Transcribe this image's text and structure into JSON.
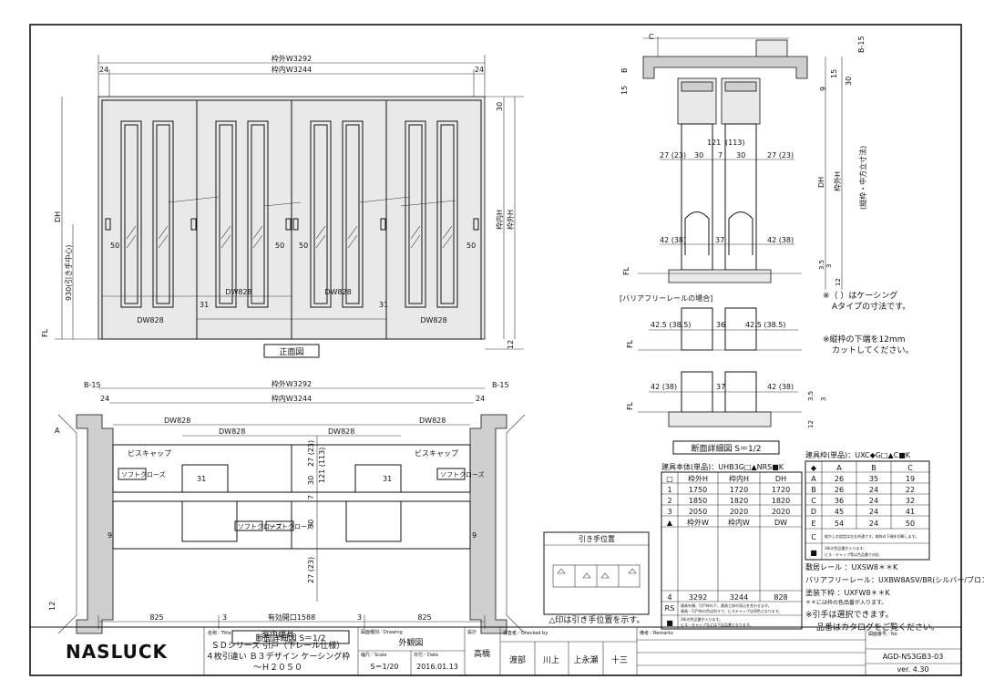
{
  "front": {
    "outer_w": "枠外W3292",
    "inner_w": "枠内W3244",
    "side24": "24",
    "dh": "DH",
    "h_outer": "枠外H",
    "h_inner": "枠内H",
    "dim30": "30",
    "dim50": "50",
    "dim31": "31",
    "dim12": "12",
    "handle_h": "930(引き手中心)",
    "fl": "FL",
    "dw": "DW828",
    "title": "正面図"
  },
  "plan": {
    "b15": "B-15",
    "outer_w": "枠外W3292",
    "inner_w": "枠内W3244",
    "side24": "24",
    "dw": "DW828",
    "dim27": "27 (23)",
    "dim30": "30",
    "dim121": "121 (113)",
    "dim7": "7",
    "dim31": "31",
    "dim9": "9",
    "dim12": "12",
    "dim825": "825",
    "dim3": "3",
    "opening": "有効開口1588",
    "a": "A",
    "bis": "ビスキャップ",
    "soft": "ソフトクローズ",
    "title": "断面詳細図 S＝1/2"
  },
  "section": {
    "c": "C",
    "b": "B",
    "b15": "B-15",
    "dim15": "15",
    "dim9": "9",
    "dim30": "30",
    "dim121": "121",
    "dim113": "(113)",
    "row27": [
      "27 (23)",
      "30",
      "7",
      "30",
      "27 (23)"
    ],
    "row42": [
      "42 (38)",
      "37",
      "42 (38)"
    ],
    "dh": "DH",
    "h_outer": "枠外H",
    "h_note": "(縦枠・中方立寸法)",
    "dim35": "3.5",
    "dim3": "3",
    "dim12": "12",
    "fl": "FL",
    "barrier": "[バリアフリーレールの場合]",
    "row425": [
      "42.5 (38.5)",
      "36",
      "42.5 (38.5)"
    ],
    "note1": "※（ ）はケーシング",
    "note1b": "Aタイプの寸法です。",
    "note2": "※縦枠の下端を12mm",
    "note2b": "カットしてください。",
    "title": "断面詳細図 S＝1/2"
  },
  "body_table": {
    "title": "建具本体(単品)：UHB3G□▲NRS■K",
    "head1": [
      "□",
      "枠外H",
      "枠内H",
      "DH"
    ],
    "rows1": [
      [
        "1",
        "1750",
        "1720",
        "1720"
      ],
      [
        "2",
        "1850",
        "1820",
        "1820"
      ],
      [
        "3",
        "2050",
        "2020",
        "2020"
      ]
    ],
    "head2": [
      "▲",
      "枠外W",
      "枠内W",
      "DW"
    ],
    "rows2": [
      [
        "4",
        "3292",
        "3244",
        "828"
      ]
    ],
    "rs": "RS",
    "rs_note1": "建具を横、引戸枠の下、建具と枠の見込を合わせます。",
    "rs_note2": "建具・引戸枠の色は別々で、ビスキャップは同色となります。",
    "sq": "■",
    "sq_note1": "3桁の色品番が入ります。",
    "sq_note2": "ビス・キャップなどは下記品番となります。"
  },
  "frame_table": {
    "title": "建具枠(単品)：UXC◆G□▲C■K",
    "head": [
      "◆",
      "A",
      "B",
      "C"
    ],
    "rows": [
      [
        "A",
        "26",
        "35",
        "19"
      ],
      [
        "B",
        "26",
        "24",
        "22"
      ],
      [
        "C",
        "36",
        "24",
        "32"
      ],
      [
        "D",
        "45",
        "24",
        "41"
      ],
      [
        "E",
        "54",
        "24",
        "50"
      ]
    ],
    "c_label": "C",
    "c_note": "縦かしの設定は左右共通です。縦枠の下端を切断します。",
    "sq_label": "■",
    "sq_note1": "3桁の色品番が入ります。",
    "sq_note2": "ビス・キャップ等は色品番で対応",
    "rail": "敷居レール ：UXSW8＊＊K",
    "barrier": "バリアフリーレール：UXBW8ASV/BR(シルバー/ブロンズ)",
    "paint": "塗装下枠 ：UXFW8＊＊K",
    "paint_note": "＊＊には枠の色品番が入ります。",
    "sel1": "※引手は選択できます。",
    "sel2": "品番はカタログをご覧ください。"
  },
  "handle_box": {
    "title": "引き手位置",
    "note": "△印は引き手位置を示す。"
  },
  "titleblock": {
    "logo": "NASLUCK",
    "name_label": "名称／Title",
    "name1": "室内建具",
    "name2": "ＳＤシリーズ 引戸（下レール仕様）",
    "name3": "４枚引違い Ｂ３デザイン ケーシング枠",
    "name4": "～Ｈ２０５０",
    "dwg_label": "図面種別／Drawing",
    "dwg": "外観図",
    "scale_label": "縮尺／Scale",
    "scale": "S＝1/20",
    "date_label": "日付／Date",
    "date": "2016.01.13",
    "design_label": "設計",
    "design": "高橋",
    "check_label": "検査者／Checked by",
    "checks": [
      "渡部",
      "川上",
      "上永瀬",
      "十三"
    ],
    "remark_label": "備考／Remarks",
    "no_label": "図面番号／No",
    "no": "AGD-NS3GB3-03",
    "ver": "ver. 4.30"
  }
}
